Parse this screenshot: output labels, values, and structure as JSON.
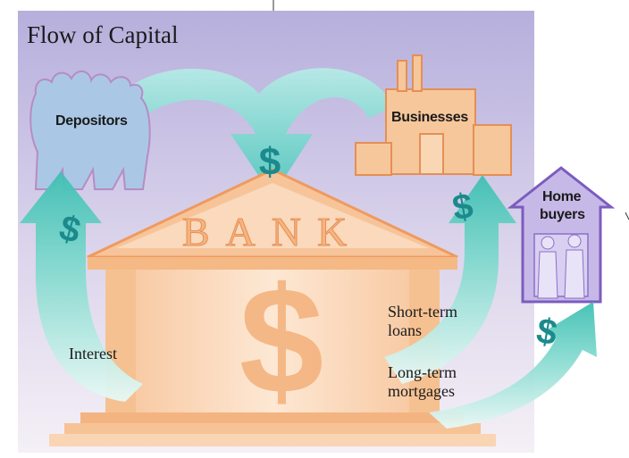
{
  "title": "Flow of Capital",
  "bank_label": "BANK",
  "nodes": {
    "depositors": "Depositors",
    "businesses": "Businesses",
    "home_buyers_line1": "Home",
    "home_buyers_line2": "buyers"
  },
  "flows": {
    "interest": "Interest",
    "short_term_line1": "Short-term",
    "short_term_line2": "loans",
    "long_term_line1": "Long-term",
    "long_term_line2": "mortgages"
  },
  "symbols": {
    "dollar": "$"
  },
  "colors": {
    "background_top": "#b9b3dd",
    "background_bottom": "#f3eef6",
    "arrow": "#5fd0c4",
    "arrow_dark": "#1e9a93",
    "dollar": "#1b8a8c",
    "building": "#f5c497",
    "building_outline": "#e6935a",
    "depositors": "#a9c8e6",
    "depositors_outline": "#b98fc2",
    "house": "#c4b6e6",
    "house_outline": "#7f5fbf"
  }
}
